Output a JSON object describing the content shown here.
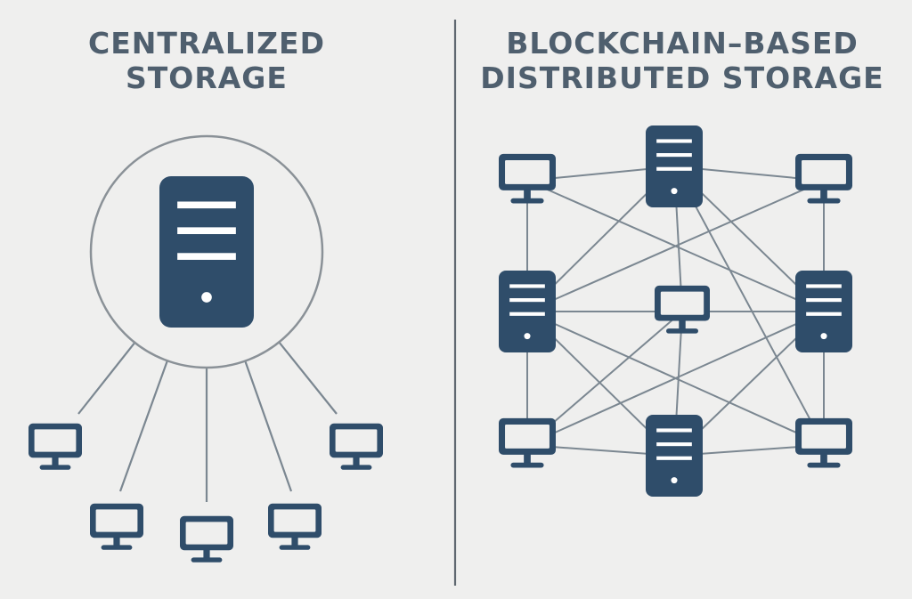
{
  "colors": {
    "background": "#efefee",
    "node_fill": "#2f4d6a",
    "node_detail": "#ffffff",
    "connector_line": "#7b8791",
    "hub_circle": "#8a9197",
    "divider": "#5f6870",
    "title_text": "#4f5f6e"
  },
  "left_panel": {
    "title_line1": "CENTRALIZED",
    "title_line2": "STORAGE",
    "hub": {
      "icon": "server-icon"
    },
    "clients": [
      {
        "icon": "monitor-icon"
      },
      {
        "icon": "monitor-icon"
      },
      {
        "icon": "monitor-icon"
      },
      {
        "icon": "monitor-icon"
      },
      {
        "icon": "monitor-icon"
      }
    ]
  },
  "right_panel": {
    "title_line1": "BLOCKCHAIN–BASED",
    "title_line2": "DISTRIBUTED STORAGE",
    "nodes": [
      {
        "id": "TL",
        "icon": "monitor-icon"
      },
      {
        "id": "TC",
        "icon": "server-icon"
      },
      {
        "id": "TR",
        "icon": "monitor-icon"
      },
      {
        "id": "ML",
        "icon": "server-icon"
      },
      {
        "id": "C",
        "icon": "monitor-icon"
      },
      {
        "id": "MR",
        "icon": "server-icon"
      },
      {
        "id": "BL",
        "icon": "monitor-icon"
      },
      {
        "id": "BC",
        "icon": "server-icon"
      },
      {
        "id": "BR",
        "icon": "monitor-icon"
      }
    ],
    "links": [
      [
        "TL",
        "TC"
      ],
      [
        "TC",
        "TR"
      ],
      [
        "TL",
        "ML"
      ],
      [
        "TR",
        "MR"
      ],
      [
        "ML",
        "BL"
      ],
      [
        "MR",
        "BR"
      ],
      [
        "BL",
        "BC"
      ],
      [
        "BC",
        "BR"
      ],
      [
        "ML",
        "C"
      ],
      [
        "C",
        "MR"
      ],
      [
        "TC",
        "C"
      ],
      [
        "C",
        "BC"
      ],
      [
        "TL",
        "MR"
      ],
      [
        "TR",
        "ML"
      ],
      [
        "ML",
        "BC"
      ],
      [
        "MR",
        "BC"
      ],
      [
        "ML",
        "BR"
      ],
      [
        "MR",
        "BL"
      ],
      [
        "TC",
        "BR"
      ],
      [
        "TC",
        "ML"
      ],
      [
        "TC",
        "MR"
      ],
      [
        "BL",
        "C"
      ]
    ]
  }
}
